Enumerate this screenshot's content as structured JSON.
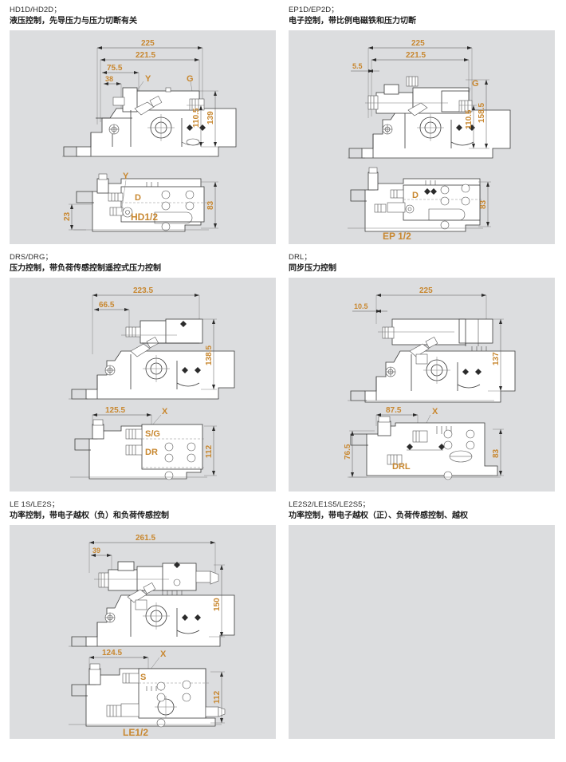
{
  "document": {
    "type": "technical-drawing-sheet",
    "language": "zh-CN",
    "panel_count": 6,
    "drawn_panel_count": 5
  },
  "colors": {
    "panel_background": "#dcdddf",
    "page_background": "#ffffff",
    "dimension_text": "#c8872f",
    "port_label": "#c8872f",
    "line": "#3a3a3a",
    "heading_text": "#1a1a1a"
  },
  "panels": [
    {
      "id": "hd1d-hd2d",
      "code": "HD1D/HD2D；",
      "description": "液压控制，先导压力与压力切断有关",
      "view_label": "HD1/2",
      "dimensions": {
        "overall_length": "225",
        "secondary_length": "221.5",
        "offset_a": "75.5",
        "offset_b": "38",
        "height_total": "139",
        "height_mid": "110.5",
        "top_height": "83",
        "bottom_offset": "23"
      },
      "ports": [
        "Y",
        "G",
        "D"
      ]
    },
    {
      "id": "ep1d-ep2d",
      "code": "EP1D/EP2D；",
      "description": "电子控制，带比例电磁铁和压力切断",
      "view_label": "EP 1/2",
      "dimensions": {
        "overall_length": "225",
        "secondary_length": "221.5",
        "offset_a": "5.5",
        "height_total": "158.5",
        "height_mid": "110.5",
        "top_height": "83"
      },
      "ports": [
        "G",
        "D"
      ]
    },
    {
      "id": "drs-drg",
      "code": "DRS/DRG；",
      "description": "压力控制，带负荷传感控制遥控式压力控制",
      "view_label": "",
      "dimensions": {
        "overall_length": "223.5",
        "offset_a": "66.5",
        "height_total": "138.5",
        "offset_b": "125.5",
        "top_height": "112"
      },
      "ports": [
        "X",
        "S/G",
        "DR"
      ]
    },
    {
      "id": "drl",
      "code": "DRL；",
      "description": "同步压力控制",
      "view_label": "DRL",
      "dimensions": {
        "overall_length": "225",
        "offset_a": "10.5",
        "height_total": "137",
        "offset_b": "87.5",
        "height_left": "76.5",
        "top_height": "83"
      },
      "ports": [
        "X",
        "DRL"
      ]
    },
    {
      "id": "le1s-le2s",
      "code": "LE 1S/LE2S；",
      "description": "功率控制，带电子越权（负）和负荷传感控制",
      "view_label": "LE1/2",
      "dimensions": {
        "overall_length": "261.5",
        "offset_a": "39",
        "height_total": "150",
        "offset_b": "124.5",
        "top_height": "112"
      },
      "ports": [
        "X",
        "S"
      ]
    },
    {
      "id": "le2s2-le1s5-le2s5",
      "code": "LE2S2/LE1S5/LE2S5；",
      "description": "功率控制，带电子越权（正）、负荷传感控制、越权",
      "view_label": "",
      "dimensions": {},
      "ports": []
    }
  ]
}
